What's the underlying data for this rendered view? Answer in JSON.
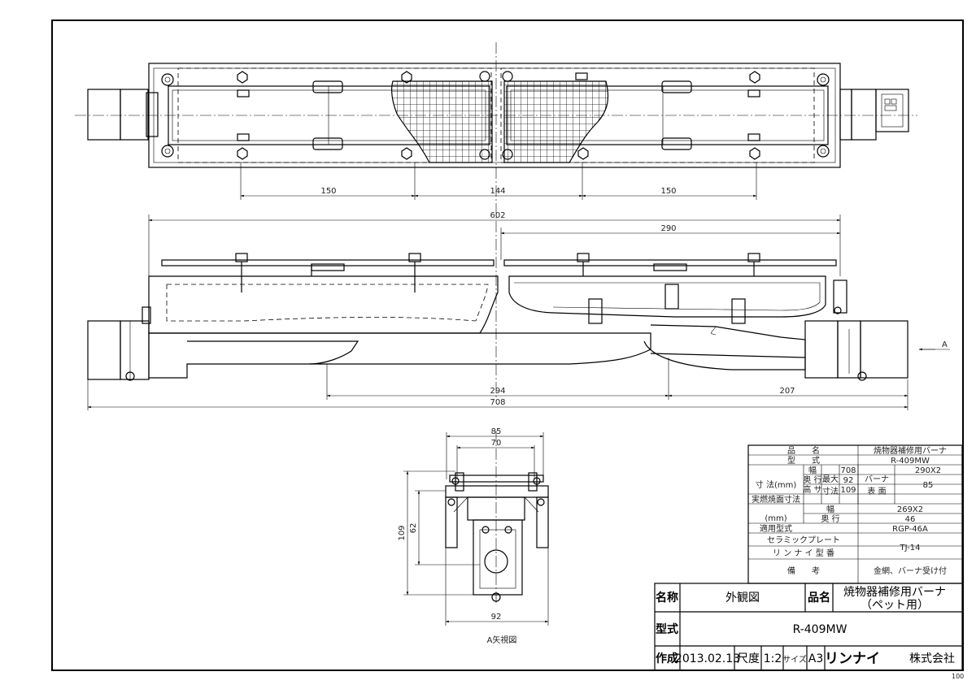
{
  "dimensions": {
    "top_left_150": "150",
    "top_center_144": "144",
    "top_right_150": "150",
    "overall_602": "602",
    "right_290": "290",
    "bottom_294": "294",
    "bottom_207": "207",
    "overall_708": "708",
    "arrow_label": "A",
    "end_85": "85",
    "end_70": "70",
    "end_109": "109",
    "end_62": "62",
    "end_92": "92"
  },
  "end_view_caption": "A矢視図",
  "spec_table": {
    "product_name_label": "品　　名",
    "product_name_value": "焼物器補修用バーナ",
    "model_label": "型　　式",
    "model_value": "R-409MW",
    "size_label": "寸 法(mm)",
    "width_label": "幅",
    "depth_label": "奥 行",
    "height_label": "高 サ",
    "max_size_label_1": "最大",
    "max_size_label_2": "寸法",
    "width_value": "708",
    "depth_value": "92",
    "height_value": "109",
    "burner_surface_label_1": "バーナ",
    "burner_surface_label_2": "表 面",
    "burner_width_value": "290X2",
    "burner_depth_value": "85",
    "actual_surface_label_1": "実燃焼面寸法",
    "actual_surface_label_2": "(mm)",
    "actual_width_label": "幅",
    "actual_depth_label": "奥 行",
    "actual_width_value": "269X2",
    "actual_depth_value": "46",
    "applicable_model_label": "適用型式",
    "applicable_model_value": "RGP-46A",
    "ceramic_label_1": "セラミックプレート",
    "ceramic_label_2": "リ ン ナ イ 型 番",
    "ceramic_value": "TJ-14",
    "remarks_label": "備　　考",
    "remarks_value": "金網、バーナ受け付"
  },
  "title_block": {
    "name_label": "名称",
    "name_value": "外観図",
    "product_label": "品名",
    "product_value_1": "焼物器補修用バーナ",
    "product_value_2": "（ペット用）",
    "model_label": "型式",
    "model_value": "R-409MW",
    "created_label": "作成",
    "created_date": "2013.02.13",
    "scale_label": "尺度",
    "scale_value": "1:2",
    "size_label": "サイズ",
    "size_value": "A3",
    "company_brand": "リンナイ",
    "company_suffix": "株式会社"
  },
  "corner_note": "100"
}
